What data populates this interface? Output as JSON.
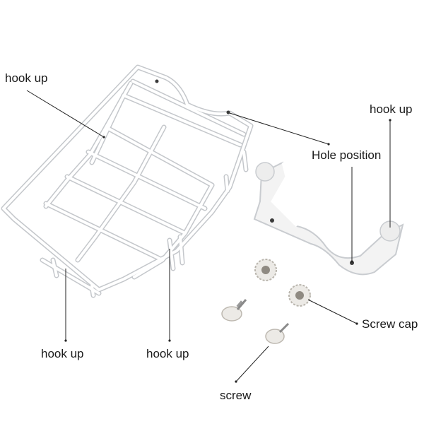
{
  "labels": {
    "hook_up_top_left": "hook up",
    "hook_up_top_right": "hook up",
    "hole_position": "Hole position",
    "screw_cap": "Screw cap",
    "hook_up_bottom_left": "hook up",
    "hook_up_bottom_mid": "hook up",
    "screw": "screw"
  },
  "colors": {
    "background": "#ffffff",
    "wire": "#ffffff",
    "wire_outline": "#c9ccd0",
    "leader_line": "#222222",
    "hole": "#3a3a3a",
    "knob": "#eceae6"
  }
}
